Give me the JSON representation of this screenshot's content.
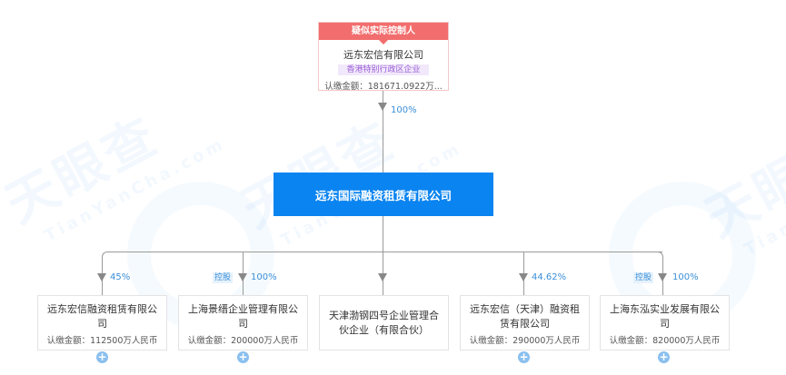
{
  "watermark": {
    "text": "天眼查",
    "subtext": "TianYanCha.com"
  },
  "controller": {
    "header": "疑似实际控制人",
    "name": "远东宏信有限公司",
    "tag": "香港特别行政区企业",
    "amount": "认缴金额：181671.0922万..."
  },
  "controller_link": {
    "percent": "100%"
  },
  "main_company": {
    "name": "远东国际融资租赁有限公司"
  },
  "colors": {
    "main_node": "#0a84f0",
    "controller_header": "#f26e6e",
    "percent_text": "#3a8fd9",
    "tag_text": "#9b5fd6"
  },
  "children": [
    {
      "name": "远东宏信融资租赁有限公司",
      "amount": "认缴金额：112500万人民币",
      "percent": "45%",
      "hold_label": "",
      "expand_icon": "plus-circle-icon"
    },
    {
      "name": "上海景缙企业管理有限公司",
      "amount": "认缴金额：200000万人民币",
      "percent": "100%",
      "hold_label": "控股",
      "expand_icon": "plus-circle-icon"
    },
    {
      "name": "天津渤钢四号企业管理合伙企业（有限合伙）",
      "amount": "",
      "percent": "",
      "hold_label": "",
      "expand_icon": ""
    },
    {
      "name": "远东宏信（天津）融资租赁有限公司",
      "amount": "认缴金额：290000万人民币",
      "percent": "44.62%",
      "hold_label": "",
      "expand_icon": "plus-circle-icon"
    },
    {
      "name": "上海东泓实业发展有限公司",
      "amount": "认缴金额：820000万人民币",
      "percent": "100%",
      "hold_label": "控股",
      "expand_icon": "plus-circle-icon"
    }
  ]
}
